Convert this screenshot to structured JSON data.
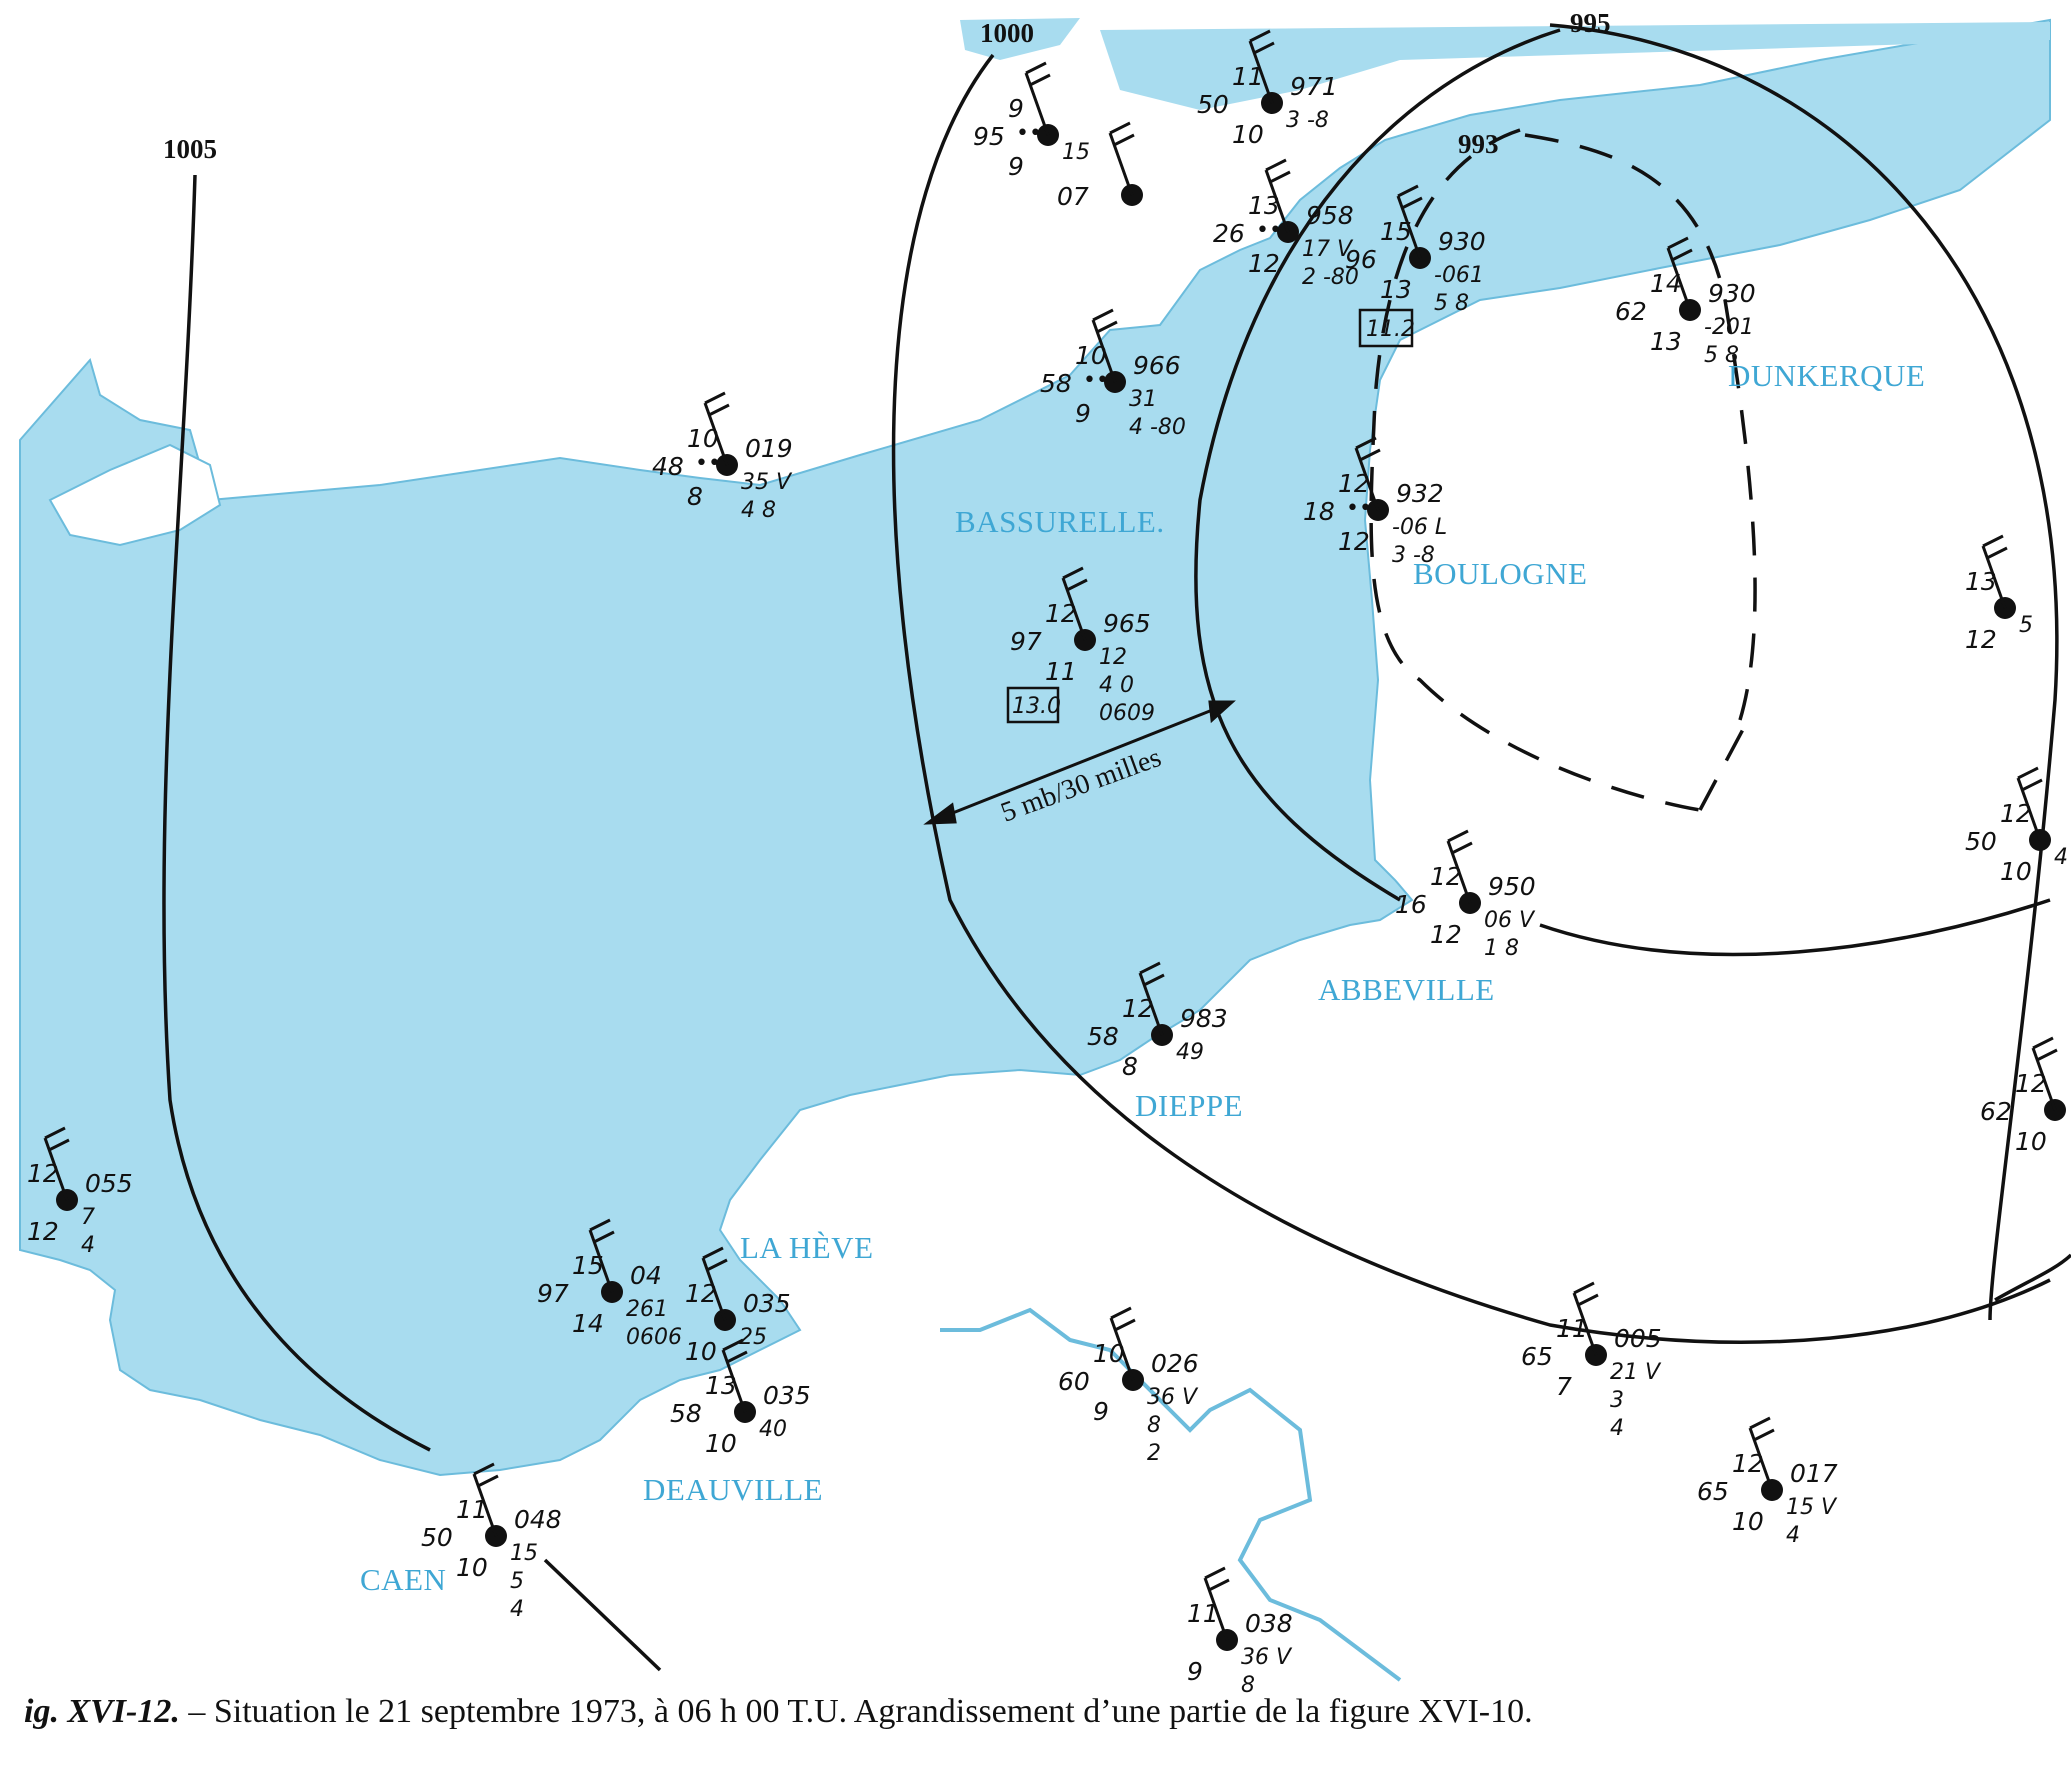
{
  "caption": {
    "figure_ref": "ig. XVI-12.",
    "text": " – Situation le 21 septembre 1973, à 06 h 00 T.U. Agrandissement d’une partie de la figure XVI-10."
  },
  "colors": {
    "sea": "#a8dcef",
    "place_labels": "#3fa7d4",
    "ink": "#111111"
  },
  "places": {
    "dunkerque": "DUNKERQUE",
    "bassurelle": "BASSURELLE.",
    "boulogne": "BOULOGNE",
    "abbeville": "ABBEVILLE",
    "dieppe": "DIEPPE",
    "la_heve": "LA HÈVE",
    "deauville": "DEAUVILLE",
    "caen": "CAEN"
  },
  "isobars": {
    "i1005": "1005",
    "i1000": "1000",
    "i995": "995",
    "i993": "993"
  },
  "scale_label": "5 mb/30 milles",
  "stations": [
    {
      "id": "s01",
      "pressure": "971",
      "temp": "11",
      "vis": "50",
      "ww": "",
      "dew": "10",
      "lines": [
        "3 -8"
      ]
    },
    {
      "id": "s02",
      "pressure": "",
      "temp": "9",
      "vis": "95",
      "ww": "••",
      "dew": "9",
      "lines": [
        "15"
      ]
    },
    {
      "id": "s03",
      "pressure": "",
      "temp": "",
      "vis": "07",
      "ww": "",
      "dew": "",
      "lines": []
    },
    {
      "id": "s04",
      "pressure": "958",
      "temp": "13",
      "vis": "26",
      "ww": "••",
      "dew": "12",
      "lines": [
        "17 V",
        "2 -80"
      ]
    },
    {
      "id": "s05",
      "pressure": "930",
      "temp": "15",
      "vis": "96",
      "ww": "",
      "dew": "13",
      "lines": [
        "-061",
        "5 8"
      ]
    },
    {
      "id": "s06",
      "pressure": "930",
      "temp": "14",
      "vis": "62",
      "ww": "",
      "dew": "13",
      "lines": [
        "-201",
        "5 8"
      ]
    },
    {
      "id": "s07",
      "pressure": "966",
      "temp": "10",
      "vis": "58",
      "ww": "••",
      "dew": "9",
      "lines": [
        "31",
        "4 -80"
      ]
    },
    {
      "id": "s08",
      "pressure": "019",
      "temp": "10",
      "vis": "48",
      "ww": "••",
      "dew": "8",
      "lines": [
        "35 V",
        "4 8"
      ]
    },
    {
      "id": "s09",
      "pressure": "932",
      "temp": "12",
      "vis": "18",
      "ww": "••",
      "dew": "12",
      "lines": [
        "-06 L",
        "3 -8"
      ]
    },
    {
      "id": "s10",
      "pressure": "965",
      "temp": "12",
      "vis": "97",
      "ww": "",
      "dew": "11",
      "lines": [
        "12",
        "4 0",
        "0609"
      ]
    },
    {
      "id": "s11",
      "pressure": "950",
      "temp": "12",
      "vis": "16",
      "ww": "",
      "dew": "12",
      "lines": [
        "06 V",
        "1 8"
      ]
    },
    {
      "id": "s12",
      "pressure": "983",
      "temp": "12",
      "vis": "58",
      "ww": "",
      "dew": "8",
      "lines": [
        "49"
      ]
    },
    {
      "id": "s13",
      "pressure": "055",
      "temp": "12",
      "vis": "",
      "ww": "",
      "dew": "12",
      "lines": [
        "7",
        "4"
      ]
    },
    {
      "id": "s14",
      "pressure": "04",
      "temp": "15",
      "vis": "97",
      "ww": "",
      "dew": "14",
      "lines": [
        "261",
        "0606"
      ]
    },
    {
      "id": "s15",
      "pressure": "035",
      "temp": "12",
      "vis": "",
      "ww": "",
      "dew": "10",
      "lines": [
        "25"
      ]
    },
    {
      "id": "s16",
      "pressure": "035",
      "temp": "13",
      "vis": "58",
      "ww": "",
      "dew": "10",
      "lines": [
        "40"
      ]
    },
    {
      "id": "s17",
      "pressure": "048",
      "temp": "11",
      "vis": "50",
      "ww": "",
      "dew": "10",
      "lines": [
        "15",
        "5",
        "4"
      ]
    },
    {
      "id": "s18",
      "pressure": "026",
      "temp": "10",
      "vis": "60",
      "ww": "",
      "dew": "9",
      "lines": [
        "36 V",
        "8",
        "2"
      ]
    },
    {
      "id": "s19",
      "pressure": "005",
      "temp": "11",
      "vis": "65",
      "ww": "",
      "dew": "7",
      "lines": [
        "21 V",
        "3",
        "4"
      ]
    },
    {
      "id": "s20",
      "pressure": "017",
      "temp": "12",
      "vis": "65",
      "ww": "",
      "dew": "10",
      "lines": [
        "15 V",
        "4"
      ]
    },
    {
      "id": "s21",
      "pressure": "038",
      "temp": "11",
      "vis": "",
      "ww": "",
      "dew": "9",
      "lines": [
        "36 V",
        "8"
      ]
    },
    {
      "id": "s22",
      "pressure": "",
      "temp": "12",
      "vis": "50",
      "ww": "",
      "dew": "10",
      "lines": [
        "4"
      ]
    },
    {
      "id": "s23",
      "pressure": "",
      "temp": "12",
      "vis": "62",
      "ww": "",
      "dew": "10",
      "lines": []
    },
    {
      "id": "s24",
      "pressure": "",
      "temp": "13",
      "vis": "",
      "ww": "",
      "dew": "12",
      "lines": [
        "5"
      ]
    }
  ],
  "boxed_labels": {
    "b1": "11.2",
    "b2": "13.0"
  }
}
